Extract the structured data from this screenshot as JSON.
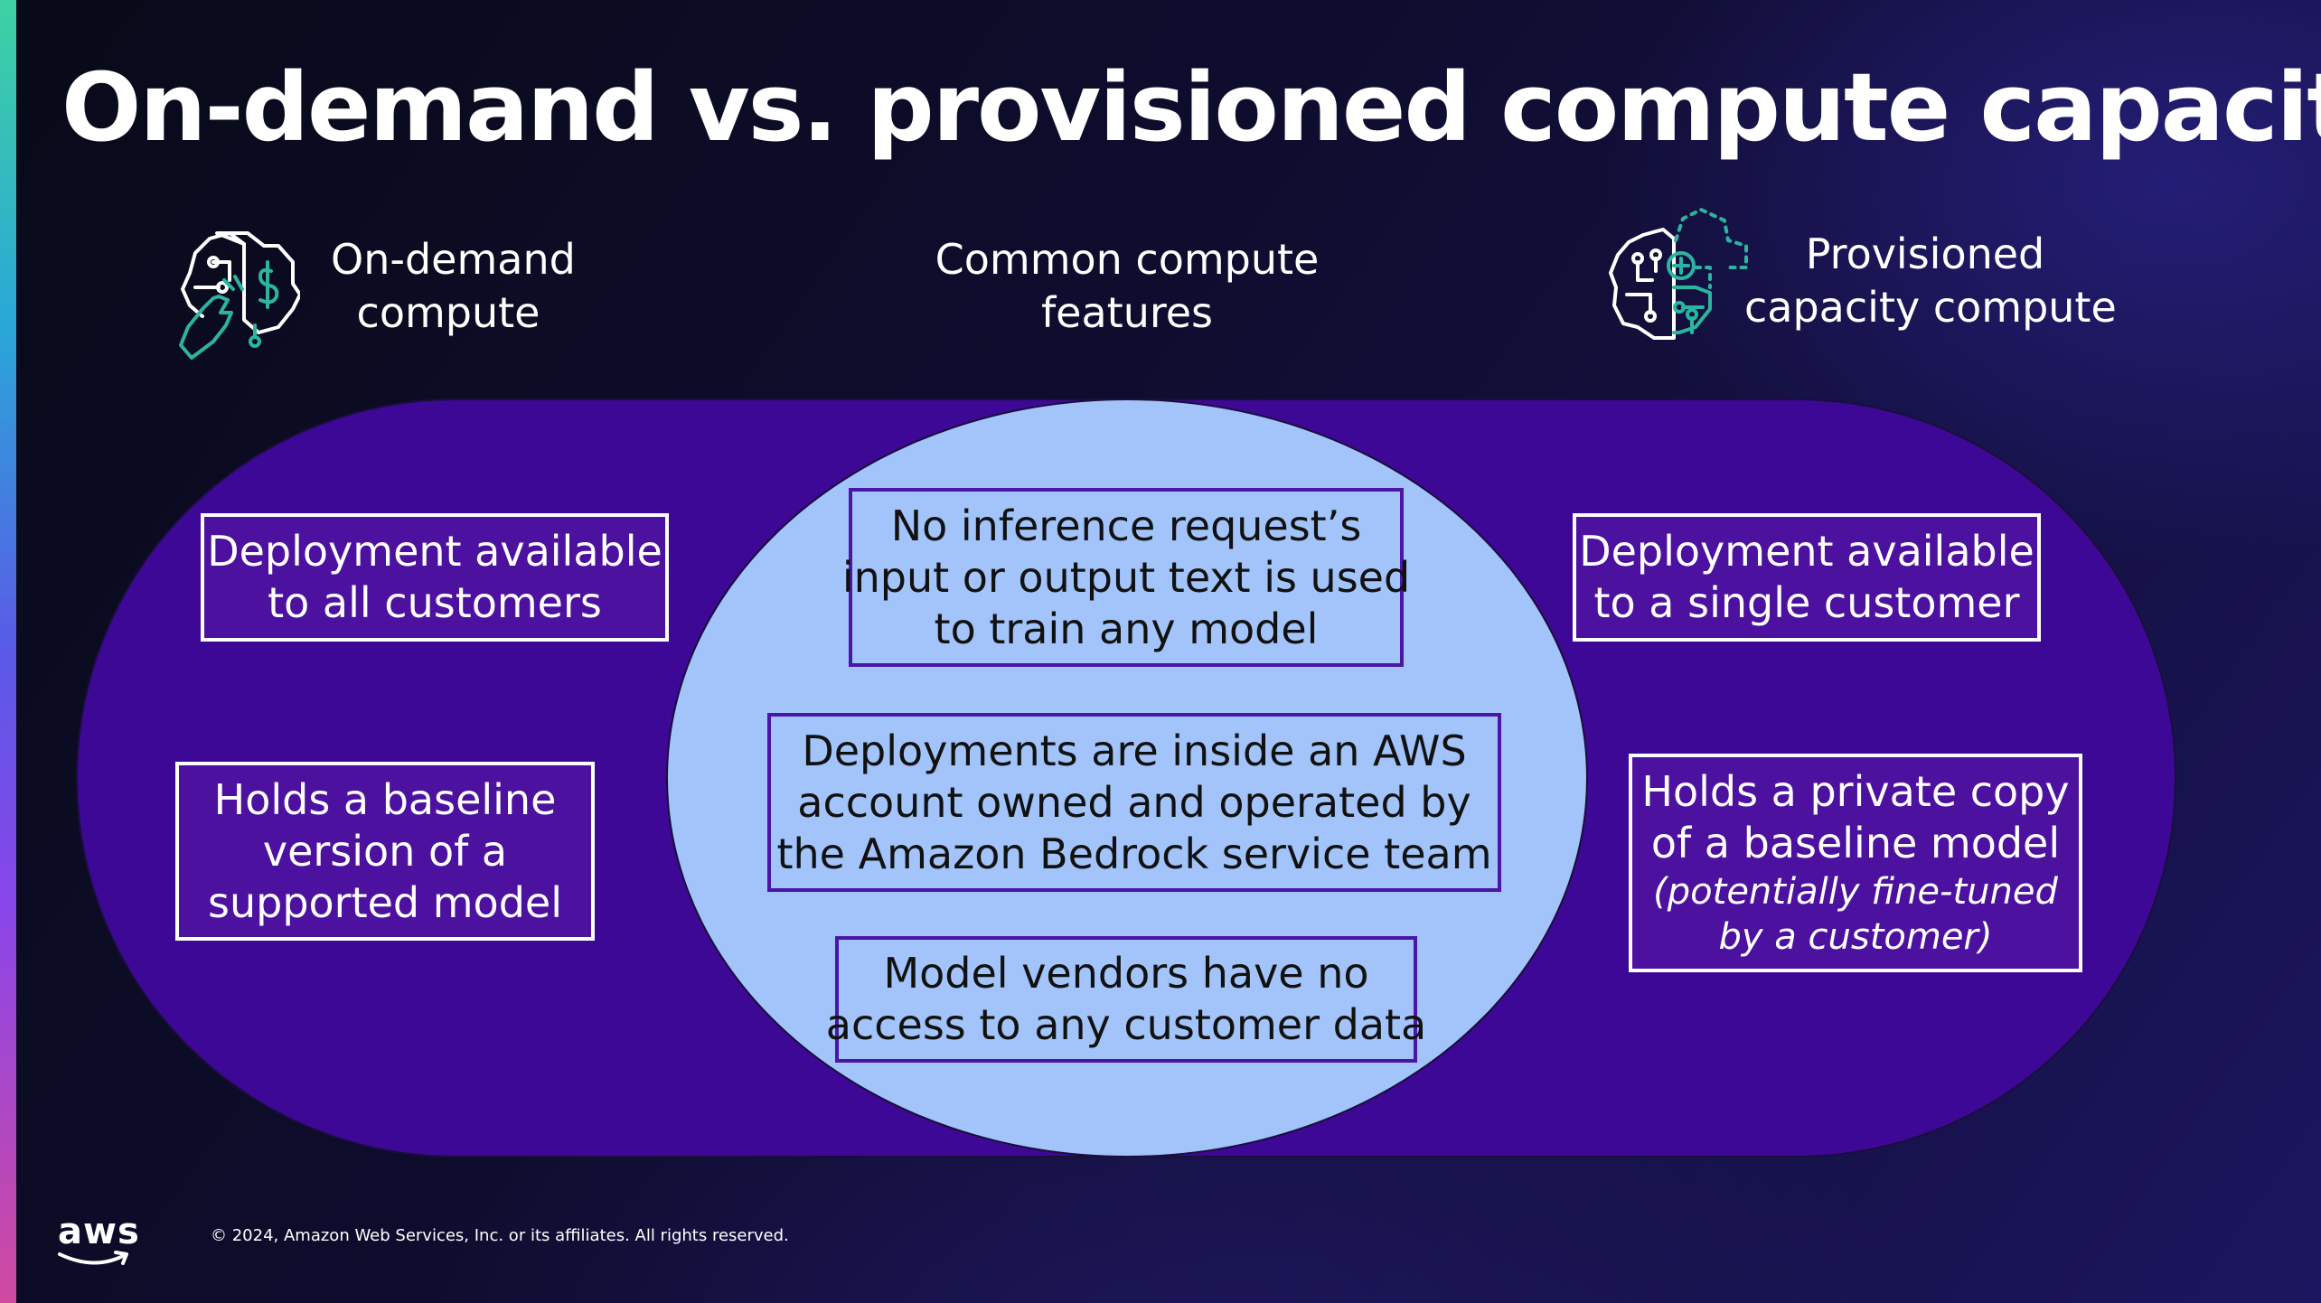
{
  "slide": {
    "title": "On-demand vs. provisioned compute capacity",
    "columns": {
      "on_demand": {
        "line1": "On-demand",
        "line2": "compute",
        "icon": "brain-dollar-hand-icon"
      },
      "common": {
        "line1": "Common compute",
        "line2": "features"
      },
      "provisioned": {
        "line1": "Provisioned",
        "line2": "capacity compute",
        "icon": "brain-circuit-plus-icon"
      }
    },
    "on_demand_boxes": [
      {
        "lines": [
          "Deployment available",
          "to all customers"
        ]
      },
      {
        "lines": [
          "Holds a baseline",
          "version of a",
          "supported model"
        ]
      }
    ],
    "common_boxes": [
      {
        "lines": [
          "No inference request’s",
          "input or output text is used",
          "to train any model"
        ]
      },
      {
        "lines": [
          "Deployments are inside an AWS",
          "account owned and operated by",
          "the Amazon Bedrock service team"
        ]
      },
      {
        "lines": [
          "Model vendors have no",
          "access to any customer data"
        ]
      }
    ],
    "provisioned_boxes": [
      {
        "lines": [
          "Deployment available",
          "to a single customer"
        ]
      },
      {
        "lines": [
          "Holds a private copy",
          "of a baseline model"
        ],
        "italic_lines": [
          "(potentially fine-tuned",
          "by a customer)"
        ]
      }
    ],
    "footer": {
      "logo": "aws",
      "copyright": "© 2024, Amazon Web Services, Inc. or its affiliates. All rights reserved."
    },
    "colors": {
      "outer_oval": "#3c0895",
      "inner_oval": "#a2c4fa",
      "dark_box": "#4c119f",
      "icon_accent": "#2bb5a0"
    }
  }
}
